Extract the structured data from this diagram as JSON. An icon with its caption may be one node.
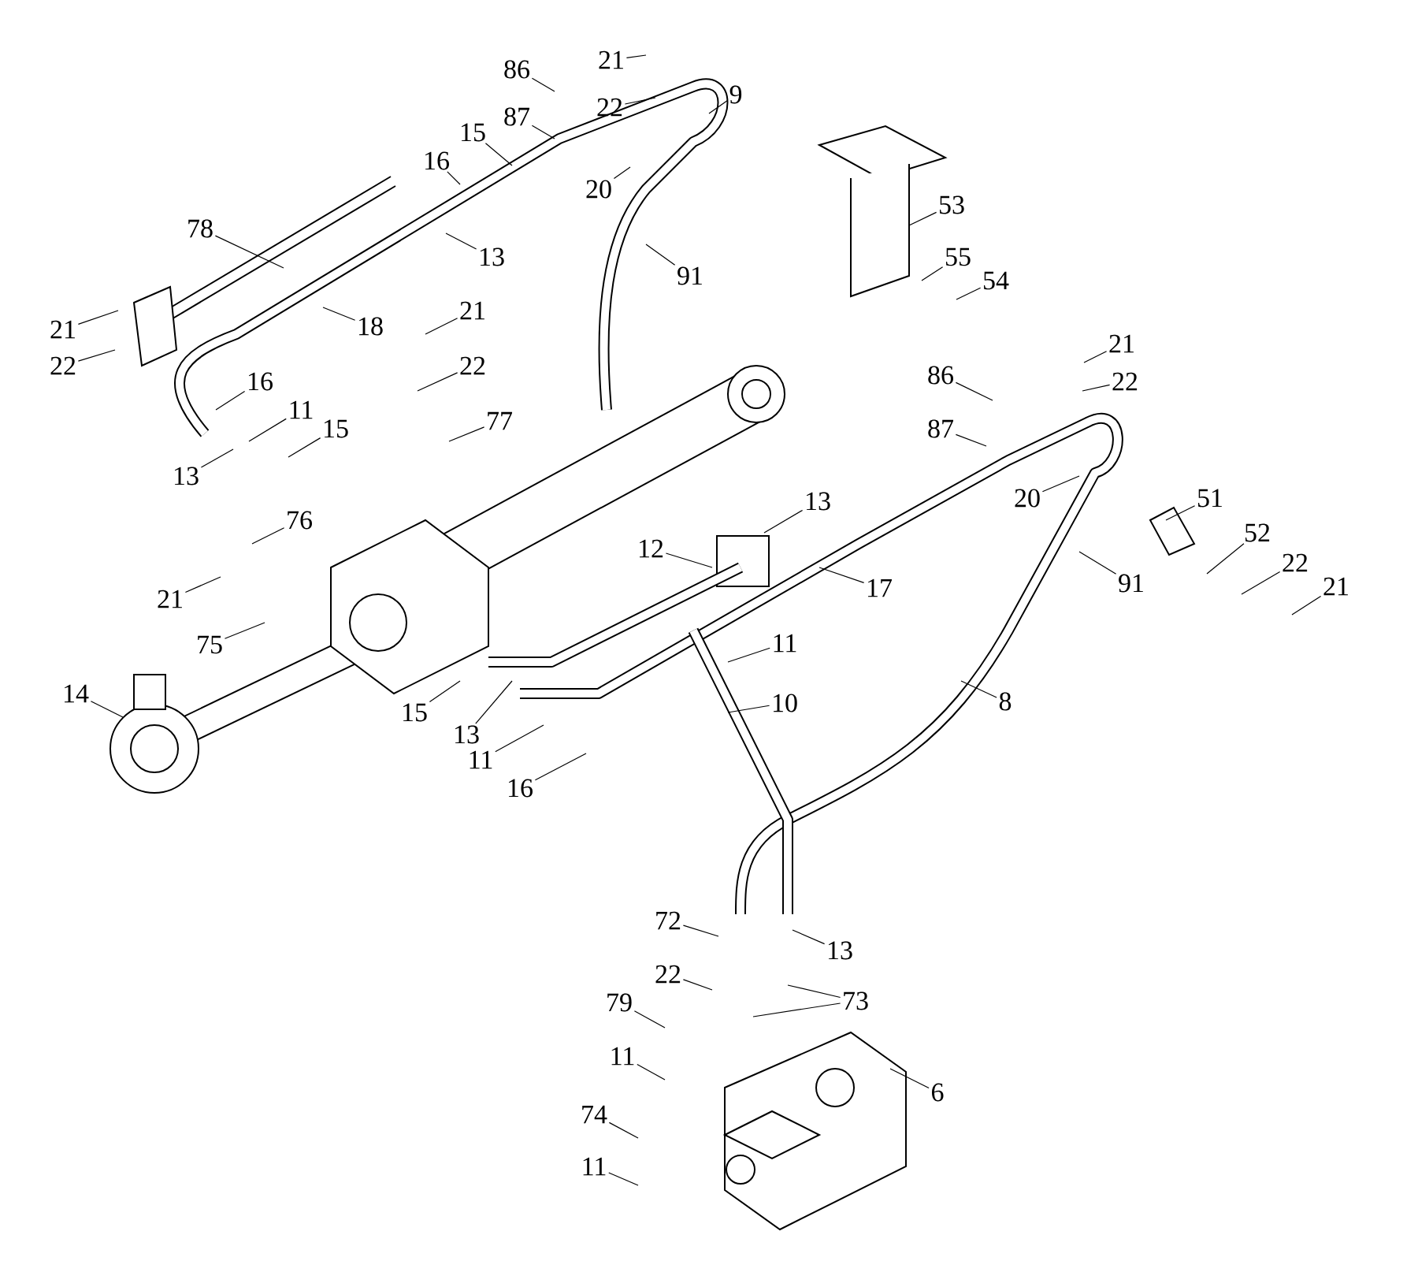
{
  "diagram": {
    "nodes": [
      {
        "text": [
          "86"
        ]
      },
      {
        "text": [
          "21"
        ]
      },
      {
        "text": [
          "87"
        ]
      },
      {
        "text": [
          "22"
        ]
      },
      {
        "text": [
          "9"
        ]
      },
      {
        "text": [
          "15"
        ]
      },
      {
        "text": [
          "16"
        ]
      },
      {
        "text": [
          "20"
        ]
      },
      {
        "text": [
          "78"
        ]
      },
      {
        "text": [
          "13"
        ]
      },
      {
        "text": [
          "53"
        ]
      },
      {
        "text": [
          "91"
        ]
      },
      {
        "text": [
          "55"
        ]
      },
      {
        "text": [
          "54"
        ]
      },
      {
        "text": [
          "18"
        ]
      },
      {
        "text": [
          "21"
        ]
      },
      {
        "text": [
          "22"
        ]
      },
      {
        "text": [
          "21"
        ]
      },
      {
        "text": [
          "22"
        ]
      },
      {
        "text": [
          "21"
        ]
      },
      {
        "text": [
          "22"
        ]
      },
      {
        "text": [
          "86"
        ]
      },
      {
        "text": [
          "16"
        ]
      },
      {
        "text": [
          "11"
        ]
      },
      {
        "text": [
          "15"
        ]
      },
      {
        "text": [
          "77"
        ]
      },
      {
        "text": [
          "87"
        ]
      },
      {
        "text": [
          "13"
        ]
      },
      {
        "text": [
          "20"
        ]
      },
      {
        "text": [
          "51"
        ]
      },
      {
        "text": [
          "13"
        ]
      },
      {
        "text": [
          "52"
        ]
      },
      {
        "text": [
          "76"
        ]
      },
      {
        "text": [
          "12"
        ]
      },
      {
        "text": [
          "22"
        ]
      },
      {
        "text": [
          "17"
        ]
      },
      {
        "text": [
          "91"
        ]
      },
      {
        "text": [
          "21"
        ]
      },
      {
        "text": [
          "21"
        ]
      },
      {
        "text": [
          "11"
        ]
      },
      {
        "text": [
          "75"
        ]
      },
      {
        "text": [
          "14"
        ]
      },
      {
        "text": [
          "10"
        ]
      },
      {
        "text": [
          "15"
        ]
      },
      {
        "text": [
          "13"
        ]
      },
      {
        "text": [
          "8"
        ]
      },
      {
        "text": [
          "11"
        ]
      },
      {
        "text": [
          "16"
        ]
      },
      {
        "text": [
          "72"
        ]
      },
      {
        "text": [
          "13"
        ]
      },
      {
        "text": [
          "22"
        ]
      },
      {
        "text": [
          "73"
        ]
      },
      {
        "text": [
          "79"
        ]
      },
      {
        "text": [
          "11"
        ]
      },
      {
        "text": [
          "6"
        ]
      },
      {
        "text": [
          "74"
        ]
      },
      {
        "text": [
          "11"
        ]
      }
    ],
    "edges": [
      {
        "from": 0,
        "to": null,
        "arrow": "none"
      },
      {
        "from": 1,
        "to": null,
        "arrow": "none"
      },
      {
        "from": 2,
        "to": null,
        "arrow": "none"
      },
      {
        "from": 3,
        "to": null,
        "arrow": "none"
      },
      {
        "from": 4,
        "to": null,
        "arrow": "none"
      },
      {
        "from": 5,
        "to": null,
        "arrow": "none"
      },
      {
        "from": 6,
        "to": null,
        "arrow": "none"
      },
      {
        "from": 7,
        "to": null,
        "arrow": "none"
      },
      {
        "from": 8,
        "to": null,
        "arrow": "none"
      },
      {
        "from": 9,
        "to": null,
        "arrow": "none"
      },
      {
        "from": 10,
        "to": null,
        "arrow": "none"
      },
      {
        "from": 11,
        "to": null,
        "arrow": "none"
      },
      {
        "from": 12,
        "to": null,
        "arrow": "none"
      },
      {
        "from": 13,
        "to": null,
        "arrow": "none"
      },
      {
        "from": 14,
        "to": null,
        "arrow": "none"
      },
      {
        "from": 15,
        "to": null,
        "arrow": "none"
      },
      {
        "from": 16,
        "to": null,
        "arrow": "none"
      },
      {
        "from": 17,
        "to": null,
        "arrow": "none"
      },
      {
        "from": 18,
        "to": null,
        "arrow": "none"
      },
      {
        "from": 19,
        "to": null,
        "arrow": "none"
      },
      {
        "from": 20,
        "to": null,
        "arrow": "none"
      },
      {
        "from": 21,
        "to": null,
        "arrow": "none"
      },
      {
        "from": 22,
        "to": null,
        "arrow": "none"
      },
      {
        "from": 23,
        "to": null,
        "arrow": "none"
      },
      {
        "from": 24,
        "to": null,
        "arrow": "none"
      },
      {
        "from": 25,
        "to": null,
        "arrow": "none"
      },
      {
        "from": 26,
        "to": null,
        "arrow": "none"
      },
      {
        "from": 27,
        "to": null,
        "arrow": "none"
      },
      {
        "from": 28,
        "to": null,
        "arrow": "none"
      },
      {
        "from": 29,
        "to": null,
        "arrow": "none"
      },
      {
        "from": 30,
        "to": null,
        "arrow": "none"
      },
      {
        "from": 31,
        "to": null,
        "arrow": "none"
      },
      {
        "from": 32,
        "to": null,
        "arrow": "none"
      },
      {
        "from": 33,
        "to": null,
        "arrow": "none"
      },
      {
        "from": 34,
        "to": null,
        "arrow": "none"
      },
      {
        "from": 35,
        "to": null,
        "arrow": "none"
      },
      {
        "from": 36,
        "to": null,
        "arrow": "none"
      },
      {
        "from": 37,
        "to": null,
        "arrow": "none"
      },
      {
        "from": 38,
        "to": null,
        "arrow": "none"
      },
      {
        "from": 39,
        "to": null,
        "arrow": "none"
      },
      {
        "from": 40,
        "to": null,
        "arrow": "none"
      },
      {
        "from": 41,
        "to": null,
        "arrow": "none"
      },
      {
        "from": 42,
        "to": null,
        "arrow": "none"
      },
      {
        "from": 43,
        "to": null,
        "arrow": "none"
      },
      {
        "from": 44,
        "to": null,
        "arrow": "none"
      },
      {
        "from": 45,
        "to": null,
        "arrow": "none"
      },
      {
        "from": 46,
        "to": null,
        "arrow": "none"
      },
      {
        "from": 47,
        "to": null,
        "arrow": "none"
      },
      {
        "from": 48,
        "to": null,
        "arrow": "none"
      },
      {
        "from": 49,
        "to": null,
        "arrow": "none"
      },
      {
        "from": 50,
        "to": null,
        "arrow": "none"
      },
      {
        "from": 51,
        "to": null,
        "arrow": "none"
      },
      {
        "from": 51,
        "to": null,
        "arrow": "none"
      },
      {
        "from": 52,
        "to": null,
        "arrow": "none"
      },
      {
        "from": 53,
        "to": null,
        "arrow": "none"
      },
      {
        "from": 54,
        "to": null,
        "arrow": "none"
      },
      {
        "from": 55,
        "to": null,
        "arrow": "none"
      },
      {
        "from": 56,
        "to": null,
        "arrow": "none"
      }
    ]
  }
}
